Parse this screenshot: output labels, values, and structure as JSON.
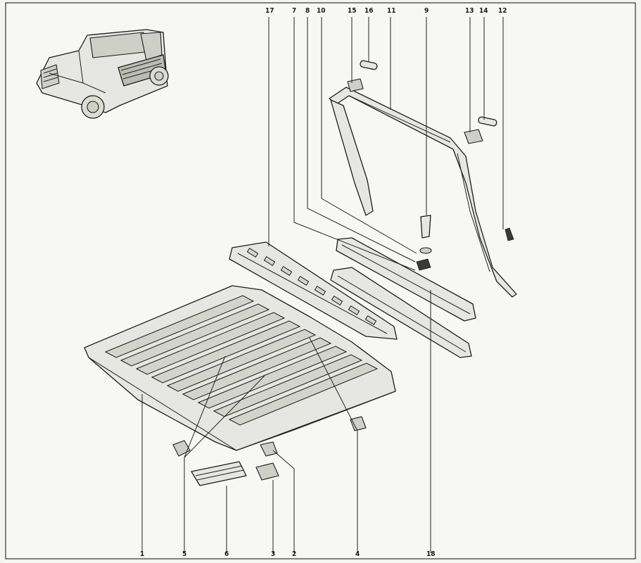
{
  "callouts": {
    "top": [
      "17",
      "7",
      "8",
      "10",
      "15",
      "16",
      "11",
      "9",
      "13",
      "14",
      "12"
    ],
    "bottom": [
      "1",
      "5",
      "6",
      "3",
      "2",
      "4",
      "18"
    ]
  }
}
